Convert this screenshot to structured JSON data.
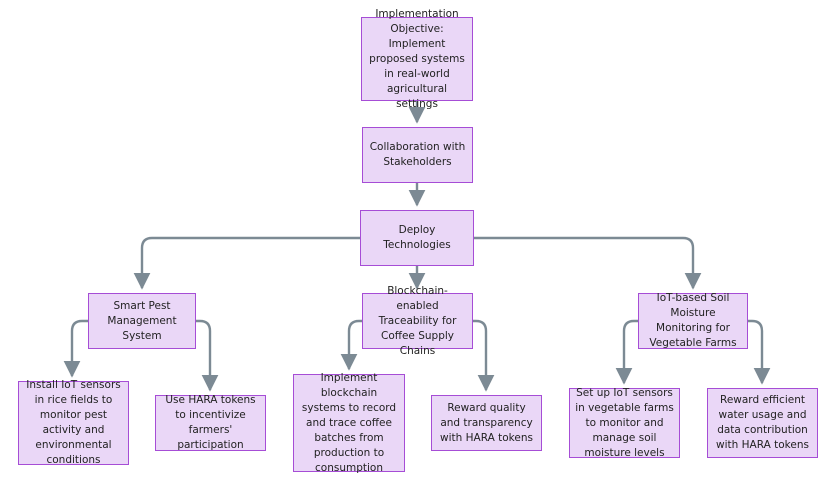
{
  "diagram": {
    "colors": {
      "node_fill": "#ead7f7",
      "node_border": "#a64dd6",
      "edge": "#7c8a94",
      "text": "#222222"
    },
    "nodes": {
      "objective": {
        "label": "Implementation Objective: Implement proposed systems in real-world agricultural settings"
      },
      "collaboration": {
        "label": "Collaboration with Stakeholders"
      },
      "deploy": {
        "label": "Deploy Technologies"
      },
      "pest": {
        "label": "Smart Pest Management System"
      },
      "blockchain": {
        "label": "Blockchain-enabled Traceability for Coffee Supply Chains"
      },
      "soil": {
        "label": "IoT-based Soil Moisture Monitoring for Vegetable Farms"
      },
      "iot_rice": {
        "label": "Install IoT sensors in rice fields to monitor pest activity and environmental conditions"
      },
      "hara_farmers": {
        "label": "Use HARA tokens to incentivize farmers' participation"
      },
      "implement_chain": {
        "label": "Implement blockchain systems to record and trace coffee batches from production to consumption"
      },
      "reward_quality": {
        "label": "Reward quality and transparency with HARA tokens"
      },
      "veg_sensors": {
        "label": "Set up IoT sensors in vegetable farms to monitor and manage soil moisture levels"
      },
      "reward_water": {
        "label": "Reward efficient water usage and data contribution with HARA tokens"
      }
    },
    "edges": [
      {
        "from": "objective",
        "to": "collaboration"
      },
      {
        "from": "collaboration",
        "to": "deploy"
      },
      {
        "from": "deploy",
        "to": "pest"
      },
      {
        "from": "deploy",
        "to": "blockchain"
      },
      {
        "from": "deploy",
        "to": "soil"
      },
      {
        "from": "pest",
        "to": "iot_rice"
      },
      {
        "from": "pest",
        "to": "hara_farmers"
      },
      {
        "from": "blockchain",
        "to": "implement_chain"
      },
      {
        "from": "blockchain",
        "to": "reward_quality"
      },
      {
        "from": "soil",
        "to": "veg_sensors"
      },
      {
        "from": "soil",
        "to": "reward_water"
      }
    ]
  }
}
